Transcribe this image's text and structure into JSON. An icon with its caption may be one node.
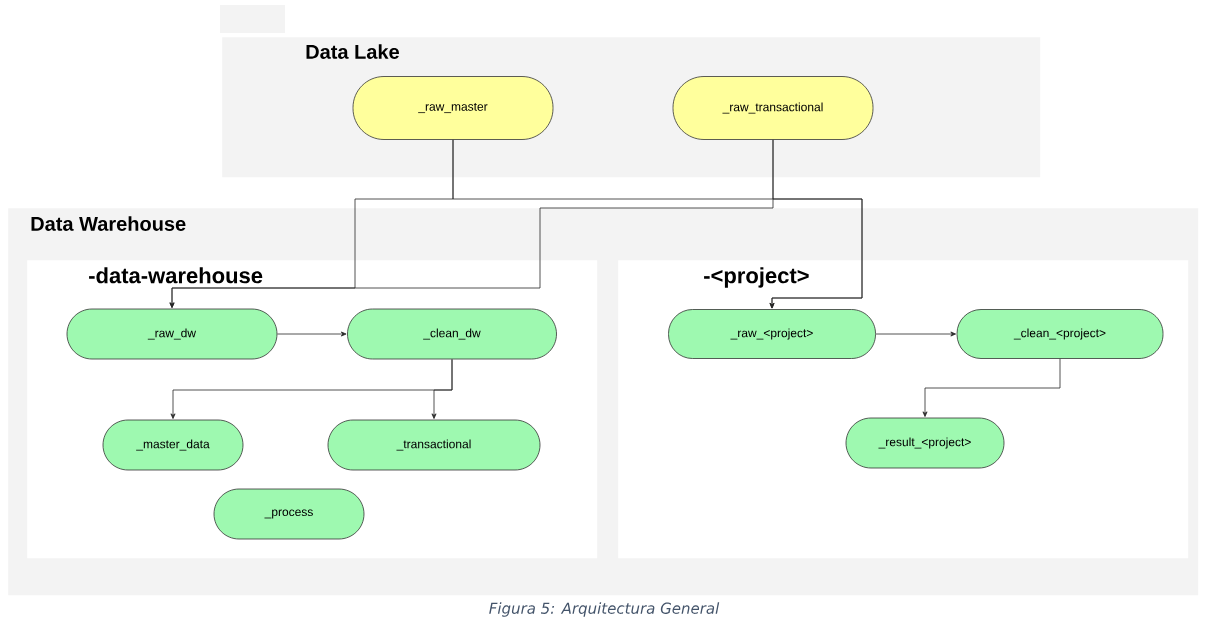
{
  "diagram": {
    "caption": "Figura 5: Arquitectura General",
    "nodes": [
      {
        "text": [
          "Data Lake"
        ]
      },
      {
        "text": [
          "_raw_master"
        ],
        "in": 0
      },
      {
        "text": [
          "_raw_transactional"
        ],
        "in": 0
      },
      {
        "text": [
          "Data Warehouse"
        ]
      },
      {
        "text": [
          "-data-warehouse"
        ],
        "in": 3
      },
      {
        "text": [
          "-<project>"
        ],
        "in": 3
      },
      {
        "text": [
          "_raw_dw"
        ],
        "in": 4
      },
      {
        "text": [
          "_clean_dw"
        ],
        "in": 4
      },
      {
        "text": [
          "_master_data"
        ],
        "in": 4
      },
      {
        "text": [
          "_transactional"
        ],
        "in": 4
      },
      {
        "text": [
          "_process"
        ],
        "in": 4
      },
      {
        "text": [
          "_raw_<project>"
        ],
        "in": 5
      },
      {
        "text": [
          "_clean_<project>"
        ],
        "in": 5
      },
      {
        "text": [
          "_result_<project>"
        ],
        "in": 5
      }
    ],
    "edges": [
      {
        "from": 1,
        "to": 6,
        "arrow": "to"
      },
      {
        "from": 1,
        "to": 11,
        "arrow": "to"
      },
      {
        "from": 2,
        "to": 6,
        "arrow": "to"
      },
      {
        "from": 2,
        "to": 11,
        "arrow": "to"
      },
      {
        "from": 6,
        "to": 7,
        "arrow": "to"
      },
      {
        "from": 7,
        "to": 8,
        "arrow": "to"
      },
      {
        "from": 7,
        "to": 9,
        "arrow": "to"
      },
      {
        "from": 11,
        "to": 12,
        "arrow": "to"
      },
      {
        "from": 12,
        "to": 13,
        "arrow": "to"
      }
    ]
  }
}
